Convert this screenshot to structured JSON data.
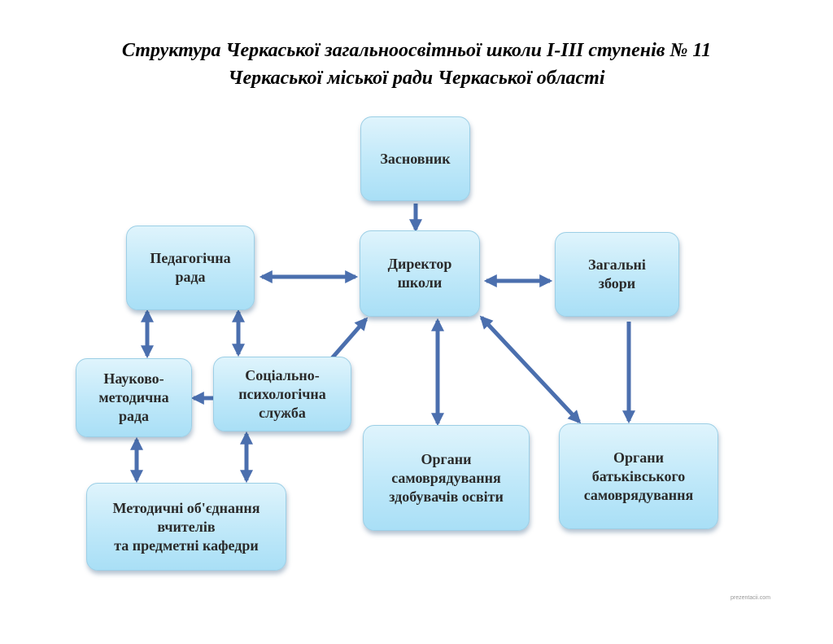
{
  "title": {
    "line1": "Структура Черкаської загальноосвітньої школи І-ІІІ ступенів № 11",
    "line2": "Черкаської міської ради Черкаської області"
  },
  "nodes": {
    "founder": "Засновник",
    "director": "Директор\nшколи",
    "ped_council": "Педагогічна\nрада",
    "general_meeting": "Загальні\nзбори",
    "sci_method": "Науково-\nметодична\nрада",
    "social_psych": "Соціально-\nпсихологічна\nслужба",
    "method_assoc": "Методичні об'єднання\nвчителів\nта предметні кафедри",
    "student_gov": "Органи\nсамоврядування\nздобувачів освіти",
    "parent_gov": "Органи\nбатьківського\nсамоврядування"
  },
  "watermark": "prezentacii.com",
  "colors": {
    "box_fill": "#bfe8f9",
    "box_border": "#9ccfe6",
    "arrow": "#4b6fae"
  }
}
